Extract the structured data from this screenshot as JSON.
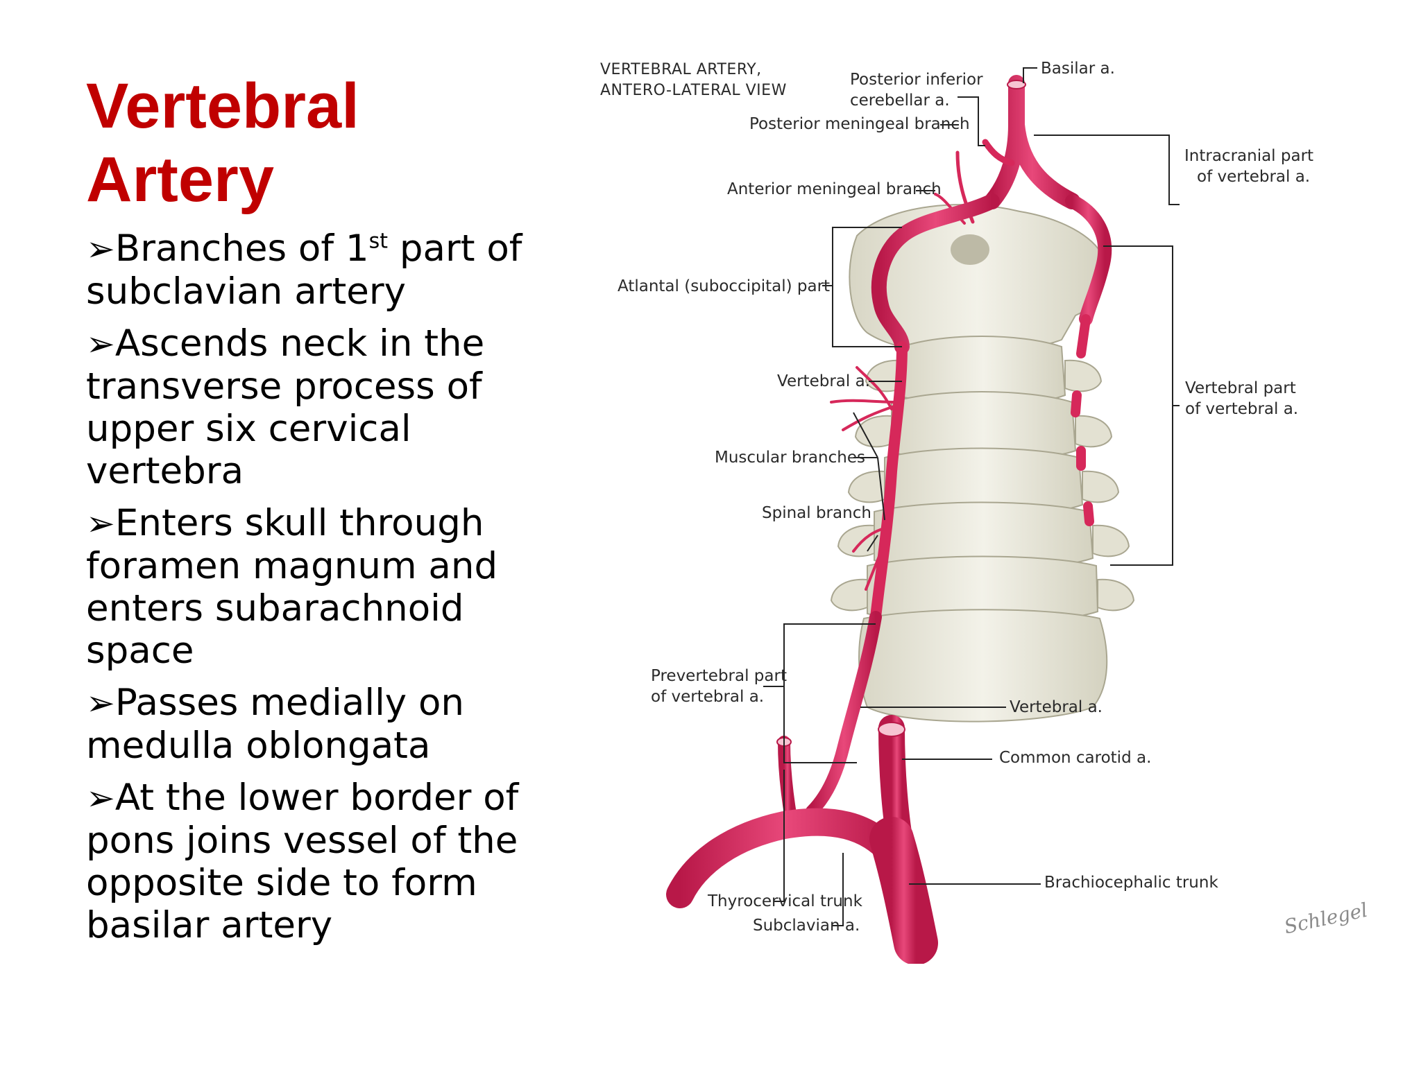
{
  "title": {
    "line1": "Vertebral",
    "line2": "Artery"
  },
  "bullets": [
    {
      "arrow": "➢",
      "before": "Branches of 1",
      "sup": "st",
      "after": " part of subclavian artery"
    },
    {
      "arrow": "➢",
      "before": "Ascends neck in the transverse process of upper six cervical vertebra",
      "sup": "",
      "after": ""
    },
    {
      "arrow": "➢",
      "before": "Enters skull through foramen magnum and enters subarachnoid space",
      "sup": "",
      "after": ""
    },
    {
      "arrow": "➢",
      "before": "Passes medially on medulla oblongata",
      "sup": "",
      "after": ""
    },
    {
      "arrow": "➢",
      "before": "At the lower border of pons joins vessel of the opposite side to form basilar artery",
      "sup": "",
      "after": ""
    }
  ],
  "diagram": {
    "heading": {
      "line1": "VERTEBRAL ARTERY,",
      "line2": "ANTERO-LATERAL VIEW"
    },
    "labels": {
      "basilar": "Basilar a.",
      "pica_1": "Posterior inferior",
      "pica_2": "cerebellar a.",
      "posterior_meningeal": "Posterior meningeal branch",
      "anterior_meningeal": "Anterior meningeal branch",
      "intracranial_1": "Intracranial part",
      "intracranial_2": "of vertebral a.",
      "atlantal": "Atlantal (suboccipital) part",
      "vertebral_upper": "Vertebral a.",
      "vertebral_part_1": "Vertebral part",
      "vertebral_part_2": "of vertebral a.",
      "muscular": "Muscular branches",
      "spinal": "Spinal branch",
      "prevertebral_1": "Prevertebral part",
      "prevertebral_2": "of vertebral a.",
      "vertebral_lower": "Vertebral a.",
      "common_carotid": "Common carotid a.",
      "thyrocervical": "Thyrocervical trunk",
      "brachiocephalic": "Brachiocephalic trunk",
      "subclavian": "Subclavian a."
    },
    "signature": "Schlegel",
    "colors": {
      "artery": "#d6285a",
      "bone": "#ecebdf",
      "bone_shade": "#c9c7b4",
      "leader": "#222222"
    }
  }
}
